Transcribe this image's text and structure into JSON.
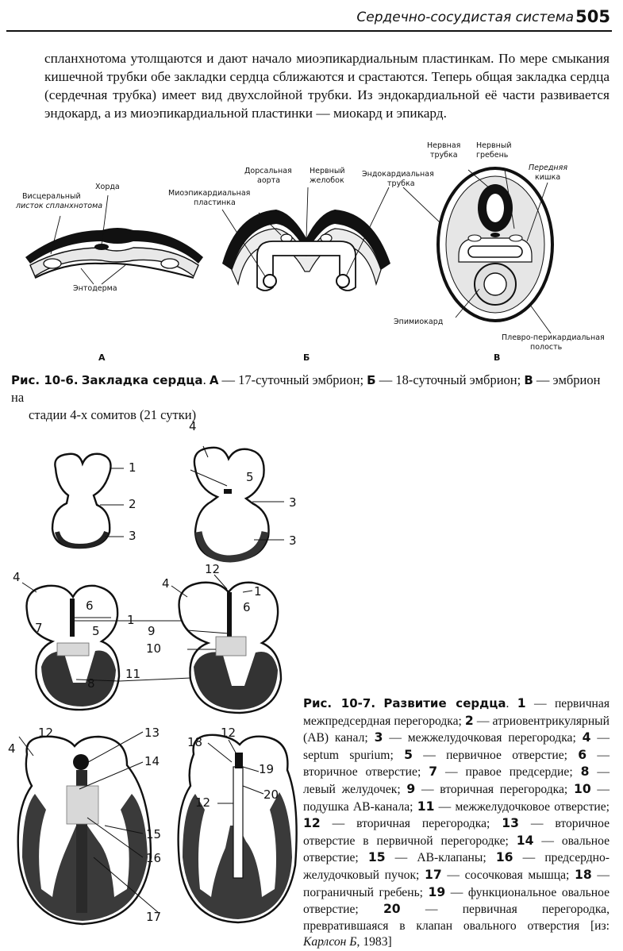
{
  "header": {
    "running_title": "Сердечно-сосудистая система",
    "page_number": "505"
  },
  "body_text": "спланхнотома утолщаются и дают начало миоэпикардиальным пластинкам. По мере смыкания кишечной трубки обе закладки сердца сближаются и срастаются. Теперь общая закладка сердца (сердечная трубка) имеет вид двухслойной трубки. Из эндокардиальной её части развивается эндокард, а из миоэпикардиальной пластинки — миокард и эпикард.",
  "figure_10_6": {
    "labels": {
      "khorda": "Хорда",
      "visceral_1": "Висцеральный",
      "visceral_2": "листок спланхнотома",
      "entoderma": "Энтодерма",
      "myoepi_1": "Миоэпикардиальная",
      "myoepi_2": "пластинка",
      "dorsal_1": "Дорсальная",
      "dorsal_2": "аорта",
      "groove_1": "Нервный",
      "groove_2": "желобок",
      "endo_1": "Эндокардиальная",
      "endo_2": "трубка",
      "tube_1": "Нервная",
      "tube_2": "трубка",
      "crest_1": "Нервный",
      "crest_2": "гребень",
      "gut_1": "Передняя",
      "gut_2": "кишка",
      "epimyo": "Эпимиокард",
      "pleuro_1": "Плевро-перикардиальная",
      "pleuro_2": "полость"
    },
    "panels": [
      "А",
      "Б",
      "В"
    ],
    "caption": {
      "label": "Рис. 10-6.",
      "title": "Закладка сердца",
      "a_key": "А",
      "a_text": " — 17-суточный эмбрион; ",
      "b_key": "Б",
      "b_text": " — 18-суточный эмбрион; ",
      "c_key": "В",
      "c_text": " — эмбрион на",
      "line2": "стадии 4-х сомитов (21 сутки)"
    }
  },
  "figure_10_7": {
    "numbers": [
      "1",
      "2",
      "3",
      "4",
      "5",
      "6",
      "7",
      "8",
      "9",
      "10",
      "11",
      "12",
      "13",
      "14",
      "15",
      "16",
      "17",
      "18",
      "19",
      "20"
    ],
    "caption": {
      "label": "Рис. 10-7.",
      "title": "Развитие сердца",
      "items": [
        {
          "n": "1",
          "t": " — первичная межпредсердная перегородка; "
        },
        {
          "n": "2",
          "t": " — атриовентрикулярный (АВ) канал; "
        },
        {
          "n": "3",
          "t": " — межжелудочковая перегородка; "
        },
        {
          "n": "4",
          "t": " — septum spurium; "
        },
        {
          "n": "5",
          "t": " — первичное отверстие; "
        },
        {
          "n": "6",
          "t": " — вторичное отверстие; "
        },
        {
          "n": "7",
          "t": " — правое предсердие; "
        },
        {
          "n": "8",
          "t": " — левый желудочек; "
        },
        {
          "n": "9",
          "t": " — вторичная перегородка; "
        },
        {
          "n": "10",
          "t": " — подушка АВ-канала; "
        },
        {
          "n": "11",
          "t": " — межжелудочковое отверстие; "
        },
        {
          "n": "12",
          "t": " — вторичная перегородка; "
        },
        {
          "n": "13",
          "t": " — вторичное отверстие в первичной перегородке; "
        },
        {
          "n": "14",
          "t": " — овальное отверстие; "
        },
        {
          "n": "15",
          "t": " — АВ-клапаны; "
        },
        {
          "n": "16",
          "t": " — предсердно-желудочковый пучок; "
        },
        {
          "n": "17",
          "t": " — сосочковая мышца; "
        },
        {
          "n": "18",
          "t": " — пограничный гребень; "
        },
        {
          "n": "19",
          "t": " — функциональное овальное отверстие; "
        },
        {
          "n": "20",
          "t": " — первичная перегородка, превратившаяся в клапан овального отверстия "
        }
      ],
      "source_prefix": "[из: ",
      "source_author": "Карлсон Б",
      "source_year": ", 1983]"
    }
  }
}
